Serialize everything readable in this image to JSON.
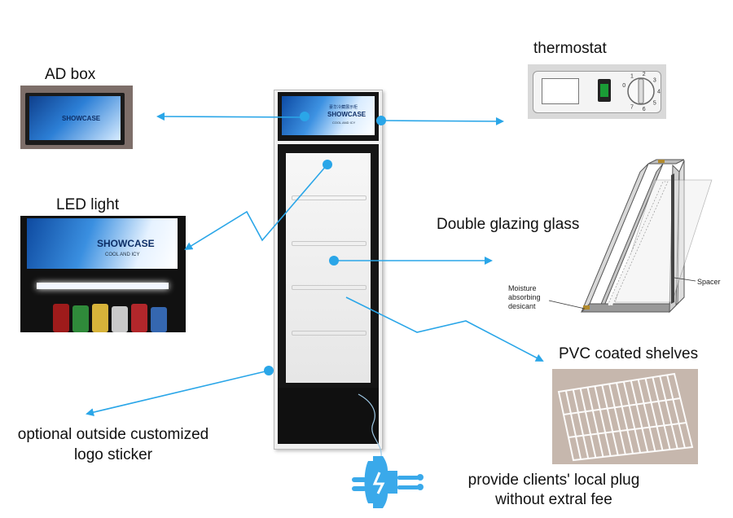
{
  "labels": {
    "ad_box": "AD box",
    "thermostat": "thermostat",
    "led_light": "LED light",
    "double_glazing": "Double glazing glass",
    "pvc_shelves": "PVC coated shelves",
    "logo_sticker_line1": "optional outside customized",
    "logo_sticker_line2": "logo sticker",
    "plug_line1": "provide clients' local plug",
    "plug_line2": "without extral fee"
  },
  "brand": {
    "name": "SHOWCASE",
    "tagline": "COOL AND ICY",
    "small_text": "豪华冷藏展示柜"
  },
  "glass_diagram": {
    "spacer": "Spacer",
    "moisture_line1": "Moisture",
    "moisture_line2": "absorbing",
    "moisture_line3": "desicant"
  },
  "thermostat_dial": [
    "0",
    "1",
    "2",
    "3",
    "4",
    "5",
    "6",
    "7"
  ],
  "colors": {
    "arrow": "#2aa6e8",
    "fridge_frame": "#151515",
    "ad_panel": "#1d5fb3",
    "plug": "#3aa9ea"
  }
}
